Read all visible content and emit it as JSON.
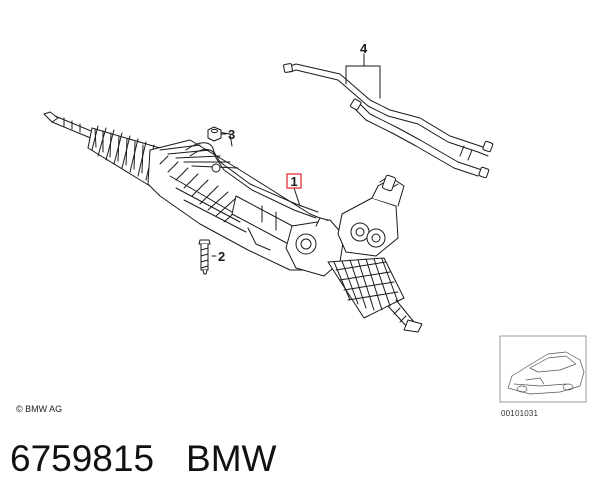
{
  "callouts": {
    "c1": "1",
    "c2": "2",
    "c3": "3",
    "c4": "4"
  },
  "copyright": "© BMW AG",
  "reference_code": "00101031",
  "footer": {
    "part_number": "6759815",
    "brand": "BMW"
  },
  "colors": {
    "line": "#1a1a1a",
    "highlight_box": "#e0303a",
    "panel_border": "#9a9a9a"
  }
}
